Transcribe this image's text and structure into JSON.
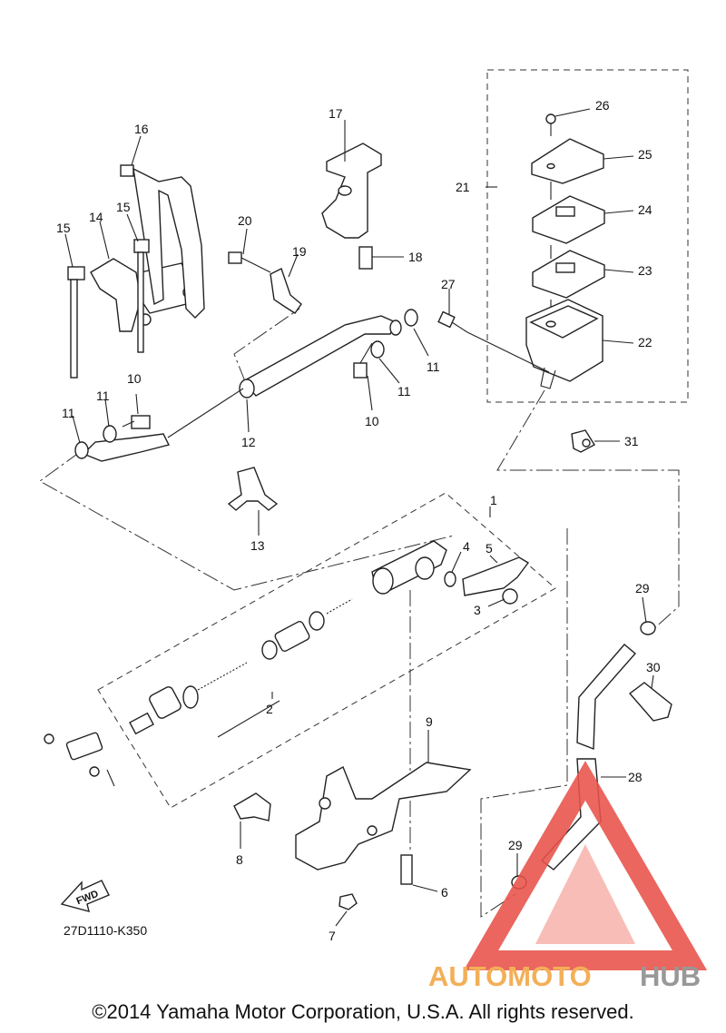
{
  "diagram": {
    "callouts": [
      "1",
      "2",
      "3",
      "4",
      "5",
      "6",
      "7",
      "8",
      "9",
      "10",
      "10",
      "11",
      "11",
      "11",
      "11",
      "12",
      "13",
      "14",
      "15",
      "15",
      "16",
      "17",
      "18",
      "19",
      "20",
      "21",
      "22",
      "23",
      "24",
      "25",
      "26",
      "27",
      "28",
      "29",
      "29",
      "30",
      "31"
    ],
    "reference_code": "27D1110-K350",
    "fwd_label": "FWD",
    "copyright": "©2014 Yamaha Motor Corporation, U.S.A. All rights reserved."
  },
  "watermark": {
    "part1": "AUTOMOTO",
    "part2": "HUB",
    "colors": {
      "triangle": "#e8524a",
      "auto": "#f2a541",
      "hub": "#8a8a8a"
    }
  }
}
